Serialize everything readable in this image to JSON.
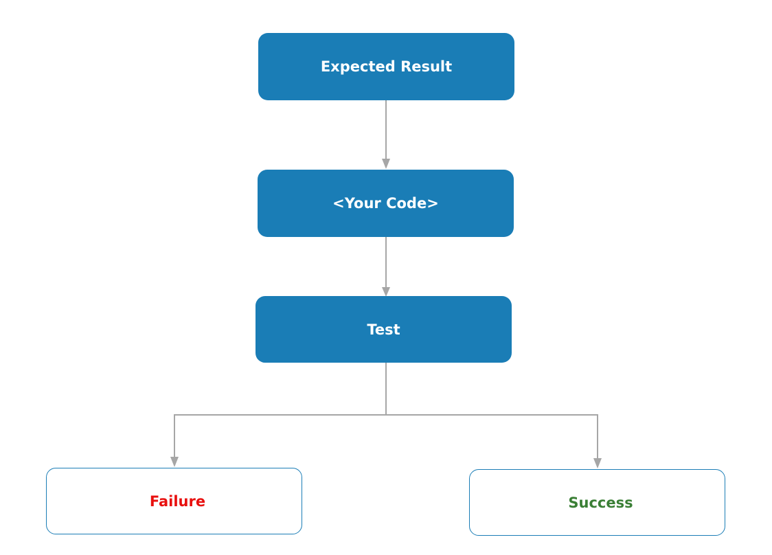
{
  "nodes": {
    "expected_result": "Expected Result",
    "your_code": "<Your Code>",
    "test": "Test",
    "failure": "Failure",
    "success": "Success"
  },
  "colors": {
    "box_fill": "#1a7db6",
    "box_text": "#ffffff",
    "connector": "#a6a6a6",
    "failure_text": "#e8100f",
    "success_text": "#3a7f35"
  }
}
